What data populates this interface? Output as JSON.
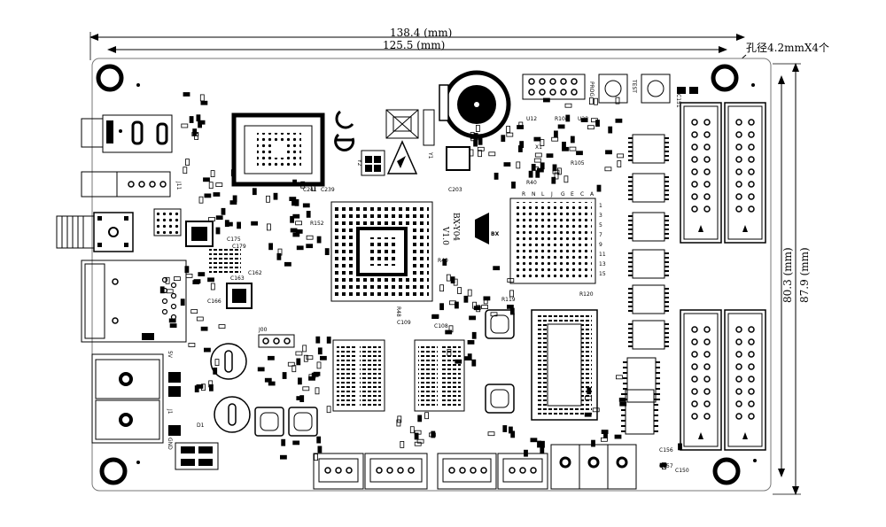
{
  "dimensions": {
    "width_total": "138.4 (mm)",
    "width_holes": "125.5 (mm)",
    "height_total": "87.9 (mm)",
    "height_holes": "80.3 (mm)",
    "hole_note": "孔径4.2mmX4个"
  },
  "labels": {
    "j1": "J1",
    "j11": "J11",
    "j00": "J00",
    "gnd": "GND",
    "five_v": "5V",
    "d1": "D1",
    "y1": "Y1",
    "y2": "Y2",
    "x1": "X1",
    "prog": "PROG",
    "test": "TEST",
    "ic_name": "BX-Y04",
    "ic_ver": "V1.0",
    "c150": "C150",
    "c156": "C156",
    "c157": "C157",
    "c151": "C151",
    "r104": "R104",
    "r105": "R105",
    "r120": "R120",
    "r119": "R119",
    "r152": "R152",
    "c241": "C241",
    "c239": "C239",
    "c203": "C203",
    "c162": "C162",
    "c163": "C163",
    "c166": "C166",
    "c175": "C175",
    "c179": "C179",
    "u28": "U28",
    "u12": "U12",
    "r40": "R40",
    "r48": "R48",
    "c109": "C109",
    "c108": "C108",
    "ball_rows": [
      "1",
      "3",
      "5",
      "7",
      "9",
      "11",
      "13",
      "15"
    ],
    "ball_cols": [
      "A",
      "C",
      "E",
      "G",
      "J",
      "L",
      "N",
      "R"
    ]
  },
  "colors": {
    "line": "#000000",
    "board": "#ffffff",
    "silk": "#000000"
  }
}
